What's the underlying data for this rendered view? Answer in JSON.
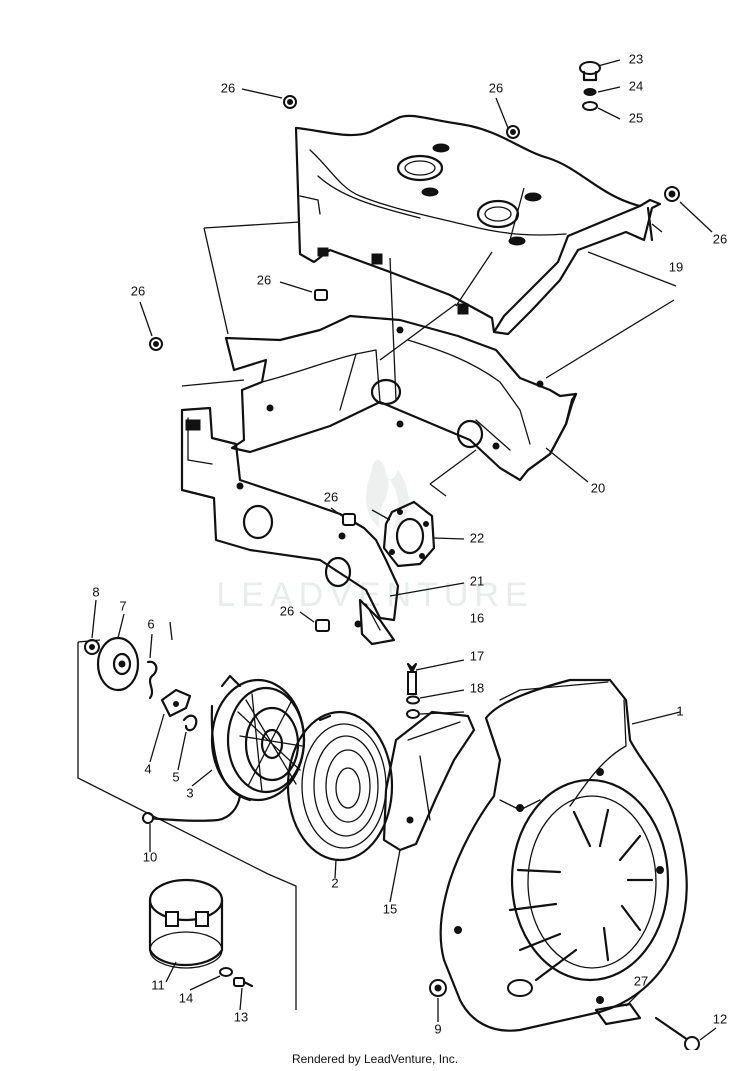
{
  "footer": "Rendered by LeadVenture, Inc.",
  "watermark": "LEADVENTURE",
  "callouts": [
    {
      "id": "c-1",
      "label": "1"
    },
    {
      "id": "c-2",
      "label": "2"
    },
    {
      "id": "c-3",
      "label": "3"
    },
    {
      "id": "c-4",
      "label": "4"
    },
    {
      "id": "c-5",
      "label": "5"
    },
    {
      "id": "c-6",
      "label": "6"
    },
    {
      "id": "c-7",
      "label": "7"
    },
    {
      "id": "c-8",
      "label": "8"
    },
    {
      "id": "c-9",
      "label": "9"
    },
    {
      "id": "c-10",
      "label": "10"
    },
    {
      "id": "c-11",
      "label": "11"
    },
    {
      "id": "c-12",
      "label": "12"
    },
    {
      "id": "c-13",
      "label": "13"
    },
    {
      "id": "c-14",
      "label": "14"
    },
    {
      "id": "c-15",
      "label": "15"
    },
    {
      "id": "c-16",
      "label": "16"
    },
    {
      "id": "c-17",
      "label": "17"
    },
    {
      "id": "c-18",
      "label": "18"
    },
    {
      "id": "c-19",
      "label": "19"
    },
    {
      "id": "c-20",
      "label": "20"
    },
    {
      "id": "c-21",
      "label": "21"
    },
    {
      "id": "c-22",
      "label": "22"
    },
    {
      "id": "c-23",
      "label": "23"
    },
    {
      "id": "c-24",
      "label": "24"
    },
    {
      "id": "c-25",
      "label": "25"
    },
    {
      "id": "c-26a",
      "label": "26"
    },
    {
      "id": "c-26b",
      "label": "26"
    },
    {
      "id": "c-26c",
      "label": "26"
    },
    {
      "id": "c-26d",
      "label": "26"
    },
    {
      "id": "c-26e",
      "label": "26"
    },
    {
      "id": "c-26f",
      "label": "26"
    },
    {
      "id": "c-26g",
      "label": "26"
    },
    {
      "id": "c-27",
      "label": "27"
    }
  ]
}
